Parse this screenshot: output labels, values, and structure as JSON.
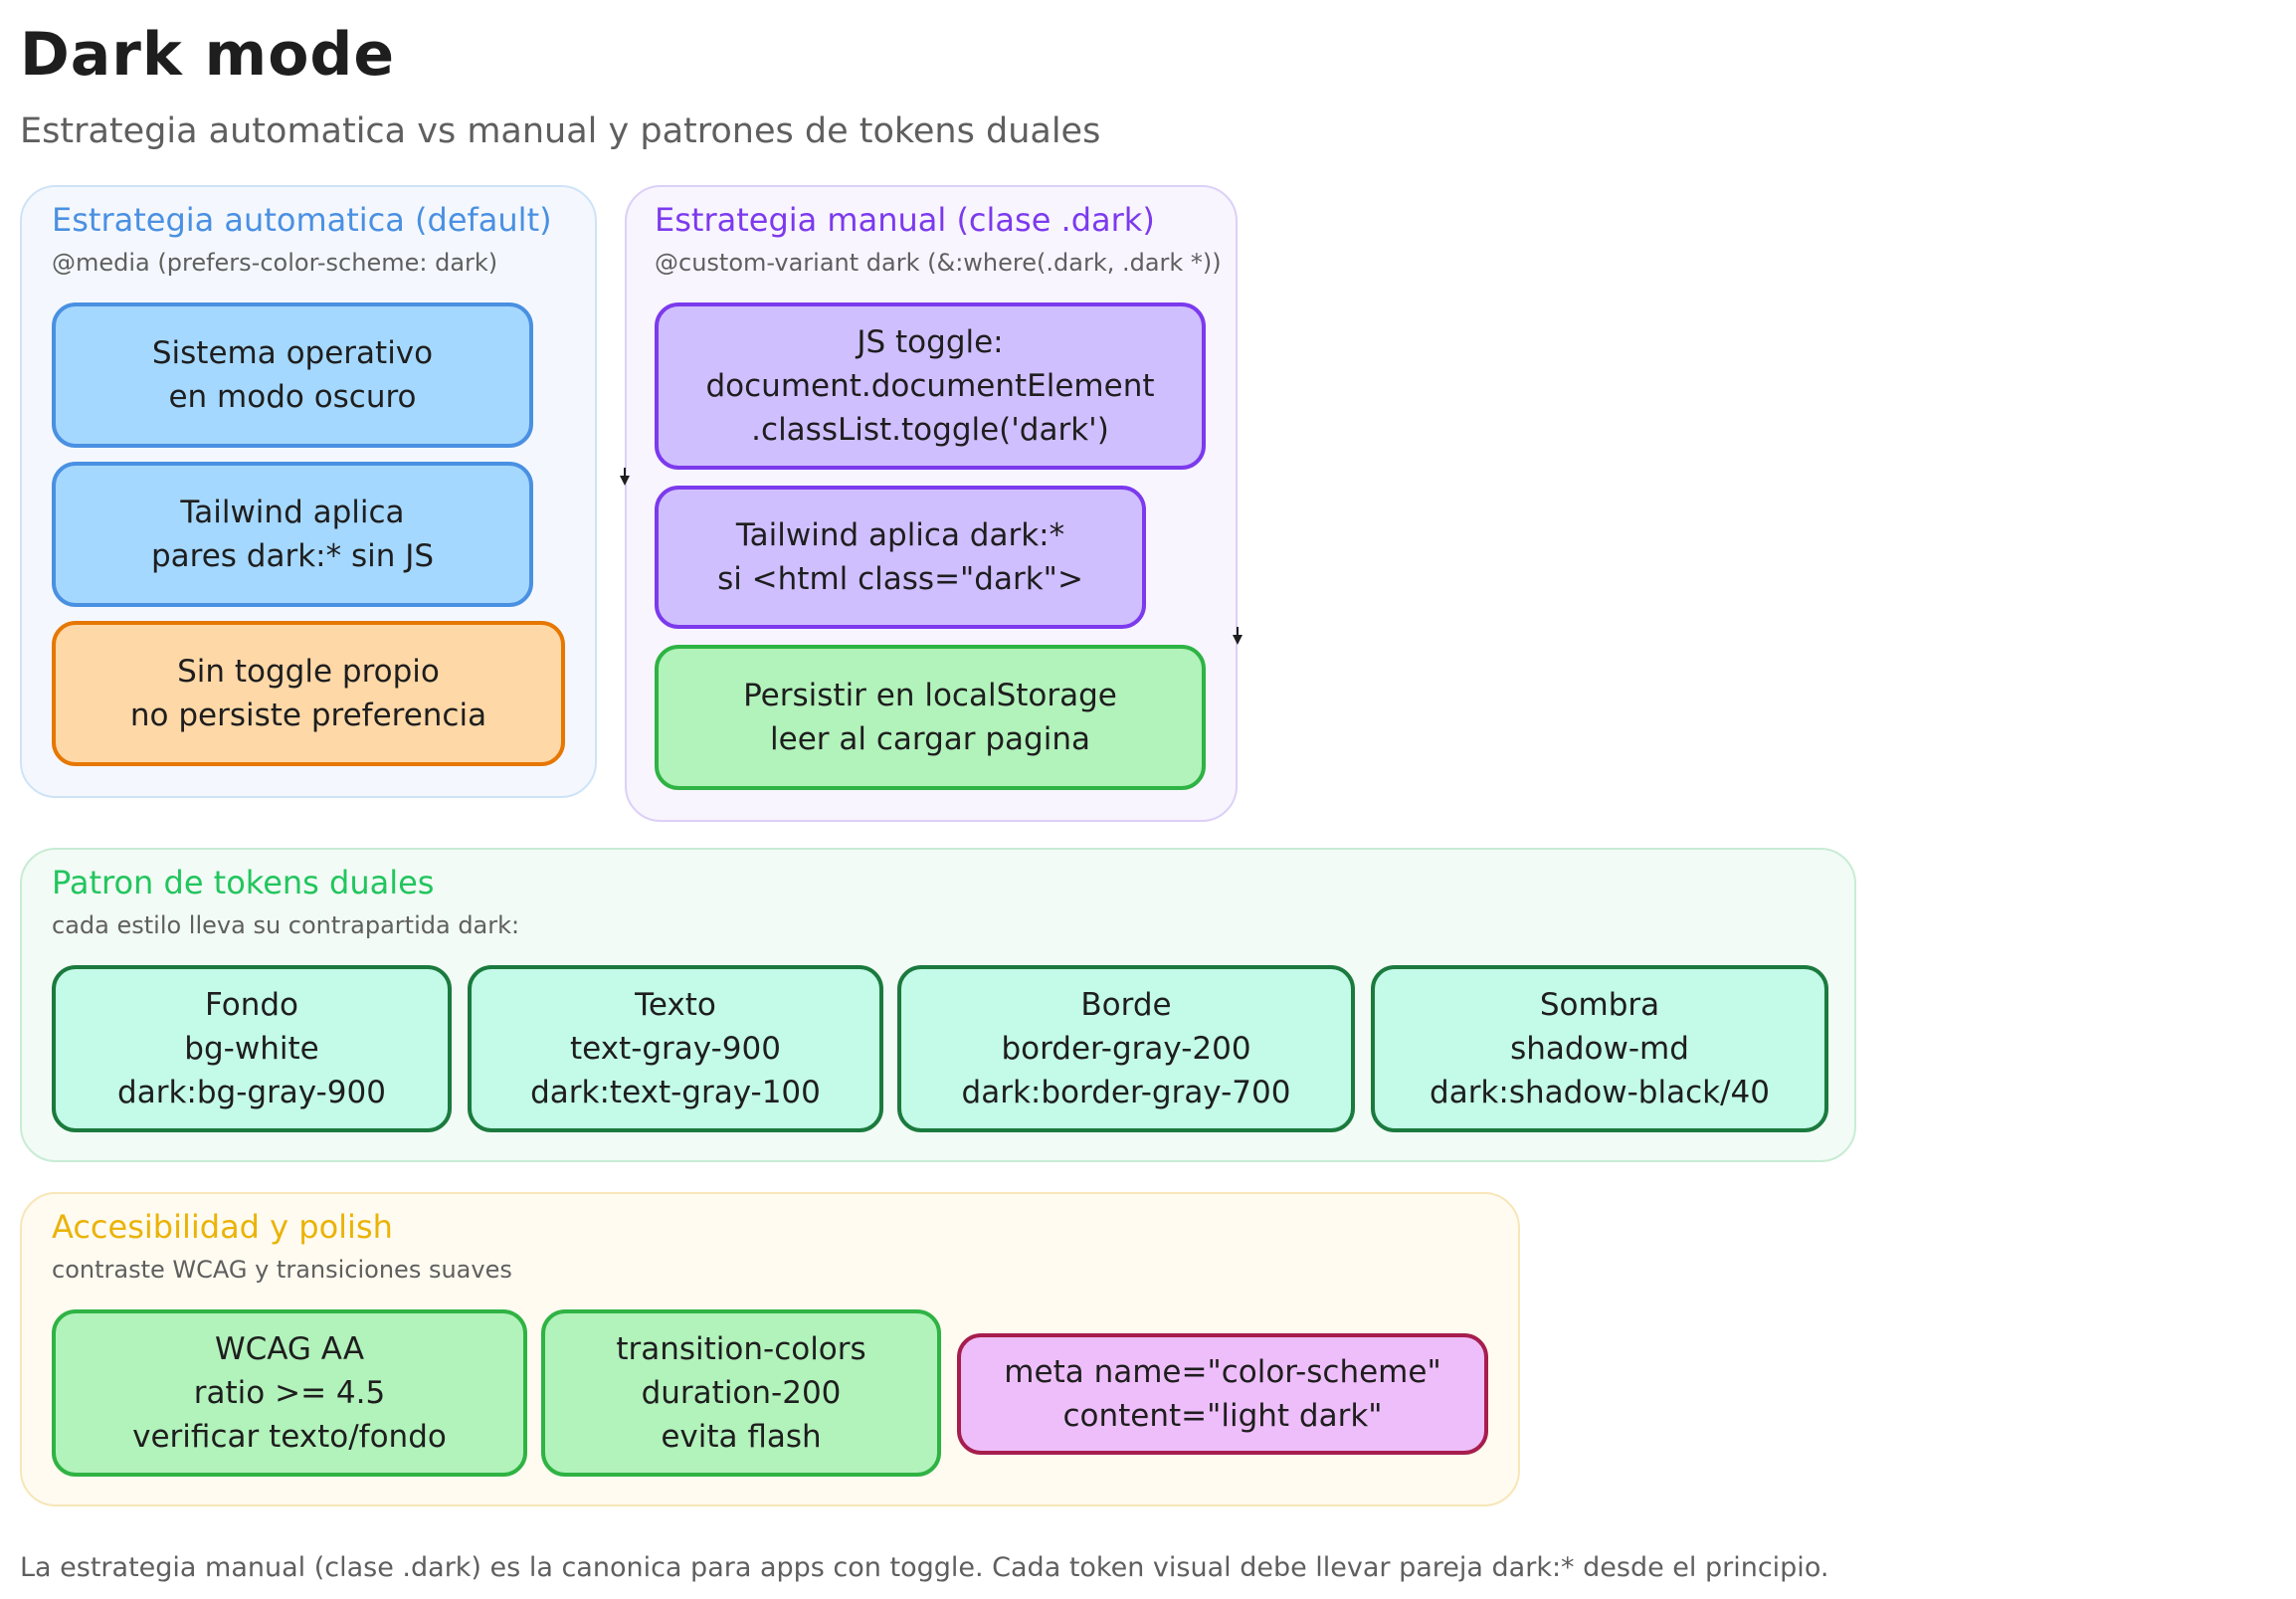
{
  "title": "Dark mode",
  "subtitle": "Estrategia automatica vs manual y patrones de tokens duales",
  "auto": {
    "title": "Estrategia automatica (default)",
    "sub": "@media (prefers-color-scheme: dark)",
    "nodes": [
      "Sistema operativo\nen modo oscuro",
      "Tailwind aplica\npares dark:* sin JS",
      "Sin toggle propio\nno persiste preferencia"
    ]
  },
  "manual": {
    "title": "Estrategia manual (clase .dark)",
    "sub": "@custom-variant dark (&:where(.dark, .dark *))",
    "nodes": [
      "JS toggle:\ndocument.documentElement\n.classList.toggle('dark')",
      "Tailwind aplica dark:*\nsi <html class=\"dark\">",
      "Persistir en localStorage\nleer al cargar pagina"
    ]
  },
  "tokens": {
    "title": "Patron de tokens duales",
    "sub": "cada estilo lleva su contrapartida dark:",
    "nodes": [
      "Fondo\nbg-white\ndark:bg-gray-900",
      "Texto\ntext-gray-900\ndark:text-gray-100",
      "Borde\nborder-gray-200\ndark:border-gray-700",
      "Sombra\nshadow-md\ndark:shadow-black/40"
    ]
  },
  "a11y": {
    "title": "Accesibilidad y polish",
    "sub": "contraste WCAG y transiciones suaves",
    "nodes": [
      "WCAG AA\nratio >= 4.5\nverificar texto/fondo",
      "transition-colors\nduration-200\nevita flash",
      "meta name=\"color-scheme\"\ncontent=\"light dark\""
    ]
  },
  "footer": "La estrategia manual (clase .dark) es la canonica para apps con toggle. Cada token visual debe llevar pareja dark:* desde el principio.",
  "colors": {
    "blue_title": "#4a90e2",
    "purple_title": "#7c3aed",
    "green_title": "#22c55e",
    "amber_title": "#eab308",
    "blue_fill": "#a5d8ff",
    "blue_stroke": "#4a90e2",
    "orange_fill": "#ffd8a8",
    "orange_stroke": "#e67700",
    "purple_fill": "#d0bfff",
    "purple_stroke": "#7c3aed",
    "green_fill": "#b2f2bb",
    "green_stroke": "#2fb344",
    "teal_fill": "#c3fae8",
    "teal_stroke": "#1b7a3e",
    "pink_fill": "#eebefa",
    "pink_stroke": "#a61e4d"
  }
}
